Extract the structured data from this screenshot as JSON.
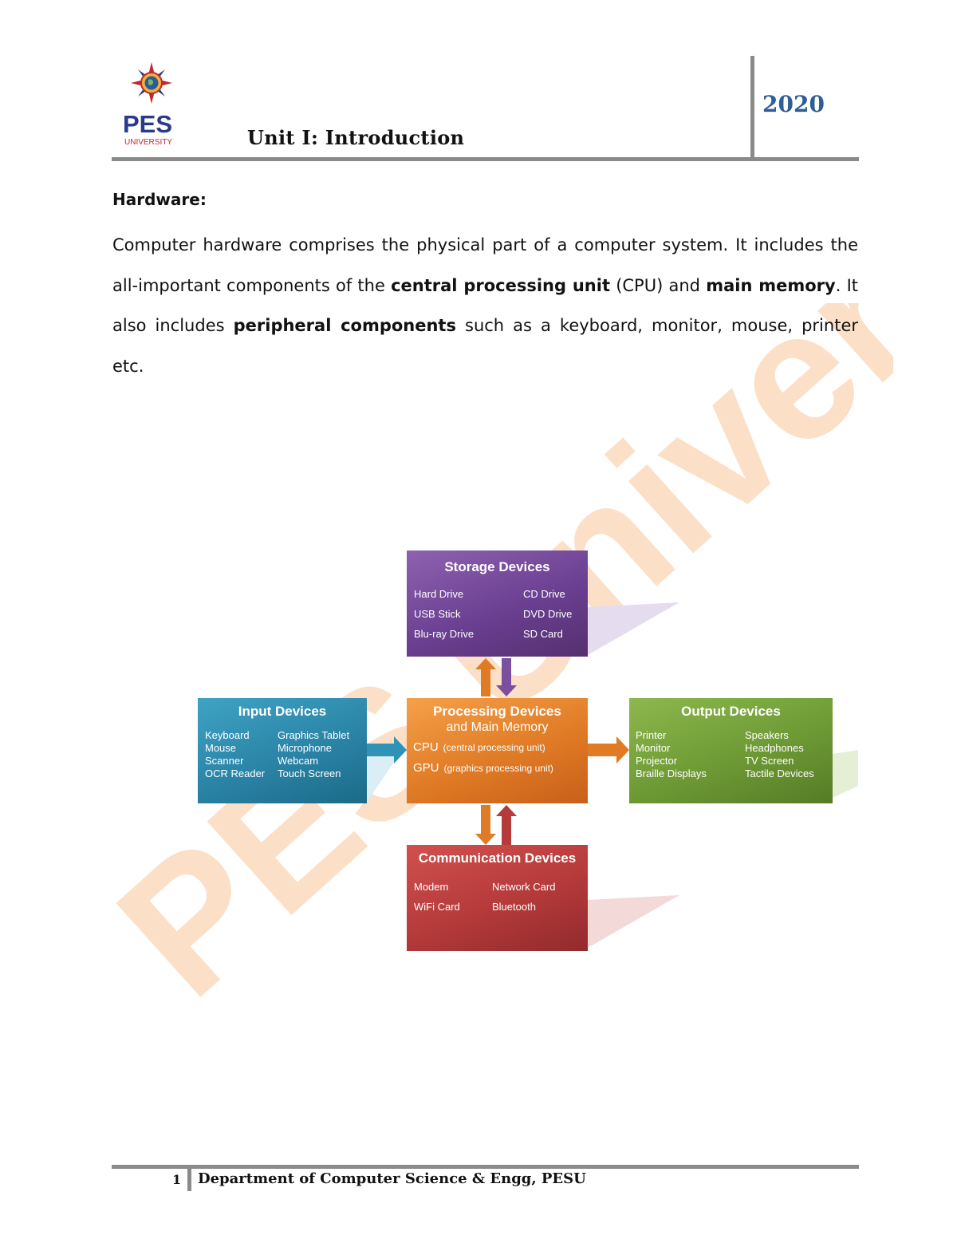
{
  "header": {
    "logo_text": "PES",
    "logo_subtext": "UNIVERSITY",
    "unit_title": "Unit I:  Introduction",
    "year": "2020"
  },
  "section": {
    "heading": "Hardware:",
    "para_part1": "Computer hardware comprises the physical part of a computer system. It includes the all-important components of the ",
    "bold1": "central processing unit",
    "para_part2": " (CPU) and ",
    "bold2": "main memory",
    "para_part3": ". It also includes ",
    "bold3": "peripheral components",
    "para_part4": " such as a keyboard, monitor, mouse, printer etc."
  },
  "diagram": {
    "storage": {
      "title": "Storage Devices",
      "items": [
        "Hard Drive",
        "CD Drive",
        "USB Stick",
        "DVD Drive",
        "Blu-ray Drive",
        "SD Card"
      ]
    },
    "input": {
      "title": "Input Devices",
      "items": [
        "Keyboard",
        "Graphics Tablet",
        "Mouse",
        "Microphone",
        "Scanner",
        "Webcam",
        "OCR Reader",
        "Touch Screen"
      ]
    },
    "processing": {
      "title": "Processing Devices",
      "subtitle": "and Main Memory",
      "cpu_label": "CPU",
      "cpu_desc": "(central processing unit)",
      "gpu_label": "GPU",
      "gpu_desc": "(graphics processing unit)"
    },
    "output": {
      "title": "Output Devices",
      "items": [
        "Printer",
        "Speakers",
        "Monitor",
        "Headphones",
        "Projector",
        "TV Screen",
        "Braille Displays",
        "Tactile Devices"
      ]
    },
    "communication": {
      "title": "Communication  Devices",
      "items": [
        "Modem",
        "Network Card",
        "WiFi Card",
        "Bluetooth"
      ]
    },
    "colors": {
      "storage": "#6b3f92",
      "input": "#2a84a6",
      "processing": "#e07b25",
      "output": "#6e9a35",
      "communication": "#b53a3a"
    }
  },
  "watermark": {
    "text": "PES University",
    "color": "#fbd9bd"
  },
  "footer": {
    "page_number": "1",
    "text": "Department of Computer Science & Engg, PESU"
  }
}
